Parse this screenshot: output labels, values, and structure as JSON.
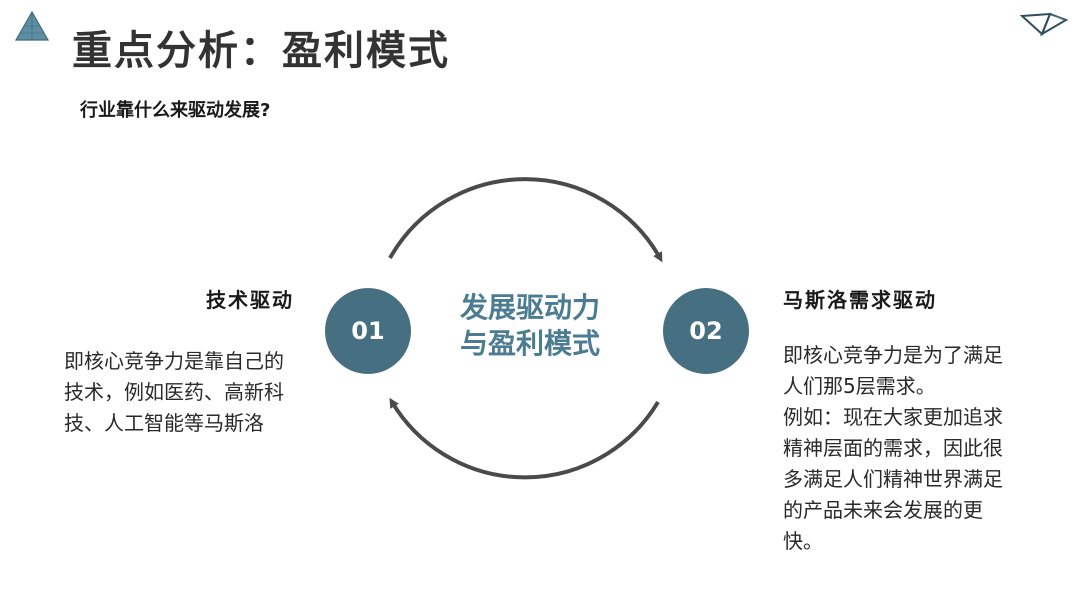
{
  "slide": {
    "title": "重点分析：盈利模式",
    "subtitle": "行业靠什么来驱动发展?"
  },
  "center": {
    "line1": "发展驱动力",
    "line2": "与盈利模式"
  },
  "left": {
    "badge": "01",
    "heading": "技术驱动",
    "body": "即核心竞争力是靠自己的技术，例如医药、高新科技、人工智能等马斯洛"
  },
  "right": {
    "badge": "02",
    "heading": "马斯洛需求驱动",
    "body_line1": "即核心竞争力是为了满足人们那5层需求。",
    "body_line2": "例如：现在大家更加追求精神层面的需求，因此很多满足人们精神世界满足的产品未来会发展的更快。"
  },
  "colors": {
    "accent": "#466f82",
    "center_text": "#4c7c92",
    "arrow": "#4a4a4a"
  },
  "icons": {
    "corner_logo": "pyramid-icon",
    "top_right": "folded-paper-icon"
  }
}
